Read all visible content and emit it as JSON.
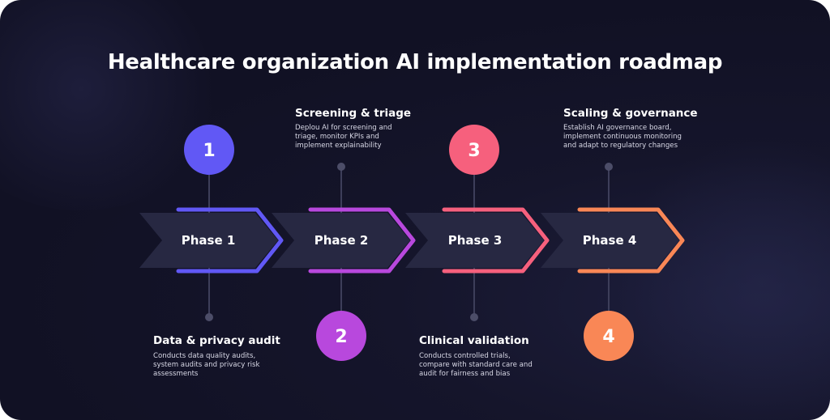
{
  "title": "Healthcare organization AI implementation roadmap",
  "phases": [
    {
      "label": "Phase 1",
      "number": "1",
      "color": "#6158f5",
      "title": "Data & privacy audit",
      "description": "Conducts data quality audits, system audits and privacy risk assessments"
    },
    {
      "label": "Phase 2",
      "number": "2",
      "color": "#b848dd",
      "title": "Screening & triage",
      "description": "Deplou AI for screening and triage, monitor KPIs and implement explainability"
    },
    {
      "label": "Phase 3",
      "number": "3",
      "color": "#f6607d",
      "title": "Clinical validation",
      "description": "Conducts controlled trials, compare with standard care and audit for fairness and bias"
    },
    {
      "label": "Phase 4",
      "number": "4",
      "color": "#f98756",
      "title": "Scaling & governance",
      "description": "Establish AI governance board, implement continuous monitoring and adapt to regulatory changes"
    }
  ]
}
